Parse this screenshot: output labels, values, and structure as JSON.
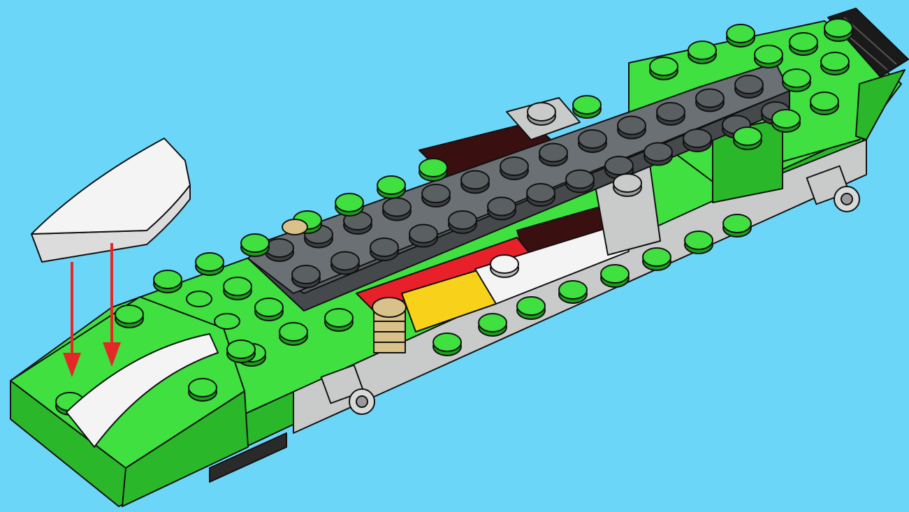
{
  "scene": {
    "background": "#6cd6f8",
    "colors": {
      "green": "#3fe03f",
      "green_dark": "#2ab82a",
      "green_shadow": "#1f9a1f",
      "dark_gray": "#5a5f62",
      "dark_gray_top": "#6b7074",
      "light_gray": "#c9cbcb",
      "white": "#f4f4f4",
      "red": "#e8202a",
      "yellow": "#f8d21a",
      "dark_red": "#3a0f0f",
      "tan": "#d9c28a",
      "arrow": "#e42828",
      "outline": "#111111"
    },
    "parts": {
      "new_part": "white-curved-slope",
      "base": "green-vehicle-chassis",
      "top_plate": "dark-gray-plate",
      "wheels": "gray-axle-pins",
      "spring": "tan-shock-spring",
      "exhaust": "black-grille"
    },
    "arrow_count": 2
  }
}
